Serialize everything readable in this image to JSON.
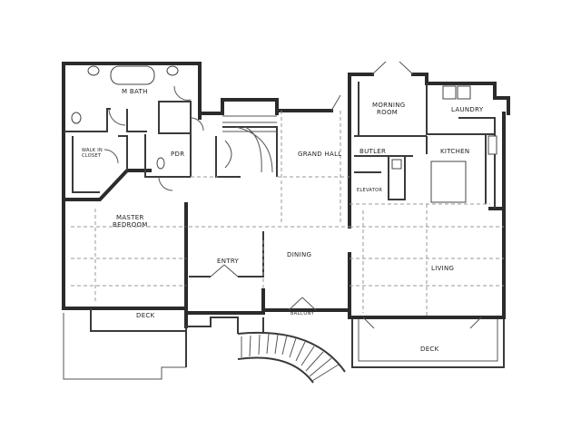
{
  "rooms": {
    "m_bath": "M BATH",
    "walk_in_closet_1": "WALK IN",
    "walk_in_closet_2": "CLOSET",
    "pdr": "PDR",
    "master_bedroom_1": "MASTER",
    "master_bedroom_2": "BEDROOM",
    "grand_hall": "GRAND HALL",
    "morning_room_1": "MORNING",
    "morning_room_2": "ROOM",
    "laundry": "LAUNDRY",
    "butler": "BUTLER",
    "kitchen": "KITCHEN",
    "elevator": "ELEVATOR",
    "entry": "ENTRY",
    "dining": "DINING",
    "living": "LIVING",
    "deck_left": "DECK",
    "balcony": "BALCONY",
    "deck_right": "DECK"
  }
}
